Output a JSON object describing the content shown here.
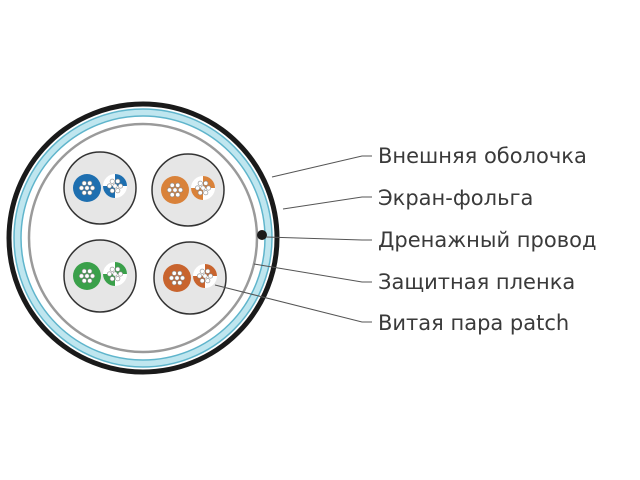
{
  "labels": [
    {
      "text": "Внешняя оболочка"
    },
    {
      "text": "Экран-фольга"
    },
    {
      "text": "Дренажный провод"
    },
    {
      "text": "Защитная пленка"
    },
    {
      "text": "Витая пара patch"
    }
  ],
  "colors": {
    "jacket": "#1a1a1a",
    "foil": "#7fc8da",
    "film": "#9a9a9a",
    "pair_fill": "#e6e6e6",
    "pairs": [
      "#1e6fb0",
      "#d9823a",
      "#3aa04a",
      "#c8642e"
    ]
  }
}
